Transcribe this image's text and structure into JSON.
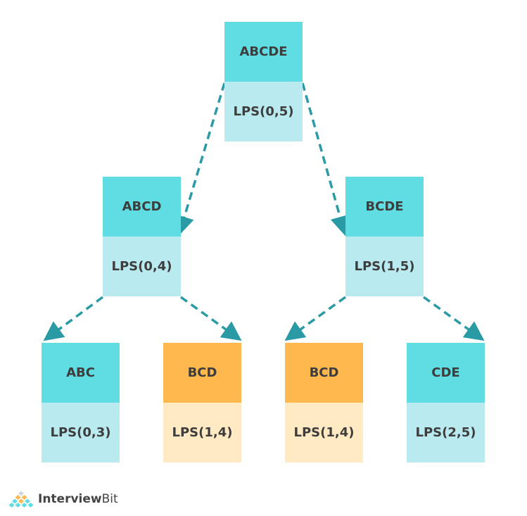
{
  "colors": {
    "primary": "#5fdde2",
    "primary_light": "#b8eaef",
    "repeat": "#ffb84d",
    "repeat_light": "#ffeac3",
    "arrow": "#2a9aa5"
  },
  "nodes": [
    {
      "label": "ABCDE",
      "call": "LPS(0,5)",
      "repeated": false
    },
    {
      "label": "ABCD",
      "call": "LPS(0,4)",
      "repeated": false
    },
    {
      "label": "BCDE",
      "call": "LPS(1,5)",
      "repeated": false
    },
    {
      "label": "ABC",
      "call": "LPS(0,3)",
      "repeated": false
    },
    {
      "label": "BCD",
      "call": "LPS(1,4)",
      "repeated": true
    },
    {
      "label": "BCD",
      "call": "LPS(1,4)",
      "repeated": true
    },
    {
      "label": "CDE",
      "call": "LPS(2,5)",
      "repeated": false
    }
  ],
  "edges": [
    [
      "ABCDE",
      "ABCD"
    ],
    [
      "ABCDE",
      "BCDE"
    ],
    [
      "ABCD",
      "ABC"
    ],
    [
      "ABCD",
      "BCD"
    ],
    [
      "BCDE",
      "BCD"
    ],
    [
      "BCDE",
      "CDE"
    ]
  ],
  "logo": {
    "brand_bold": "Interview",
    "brand_light": "Bit"
  }
}
